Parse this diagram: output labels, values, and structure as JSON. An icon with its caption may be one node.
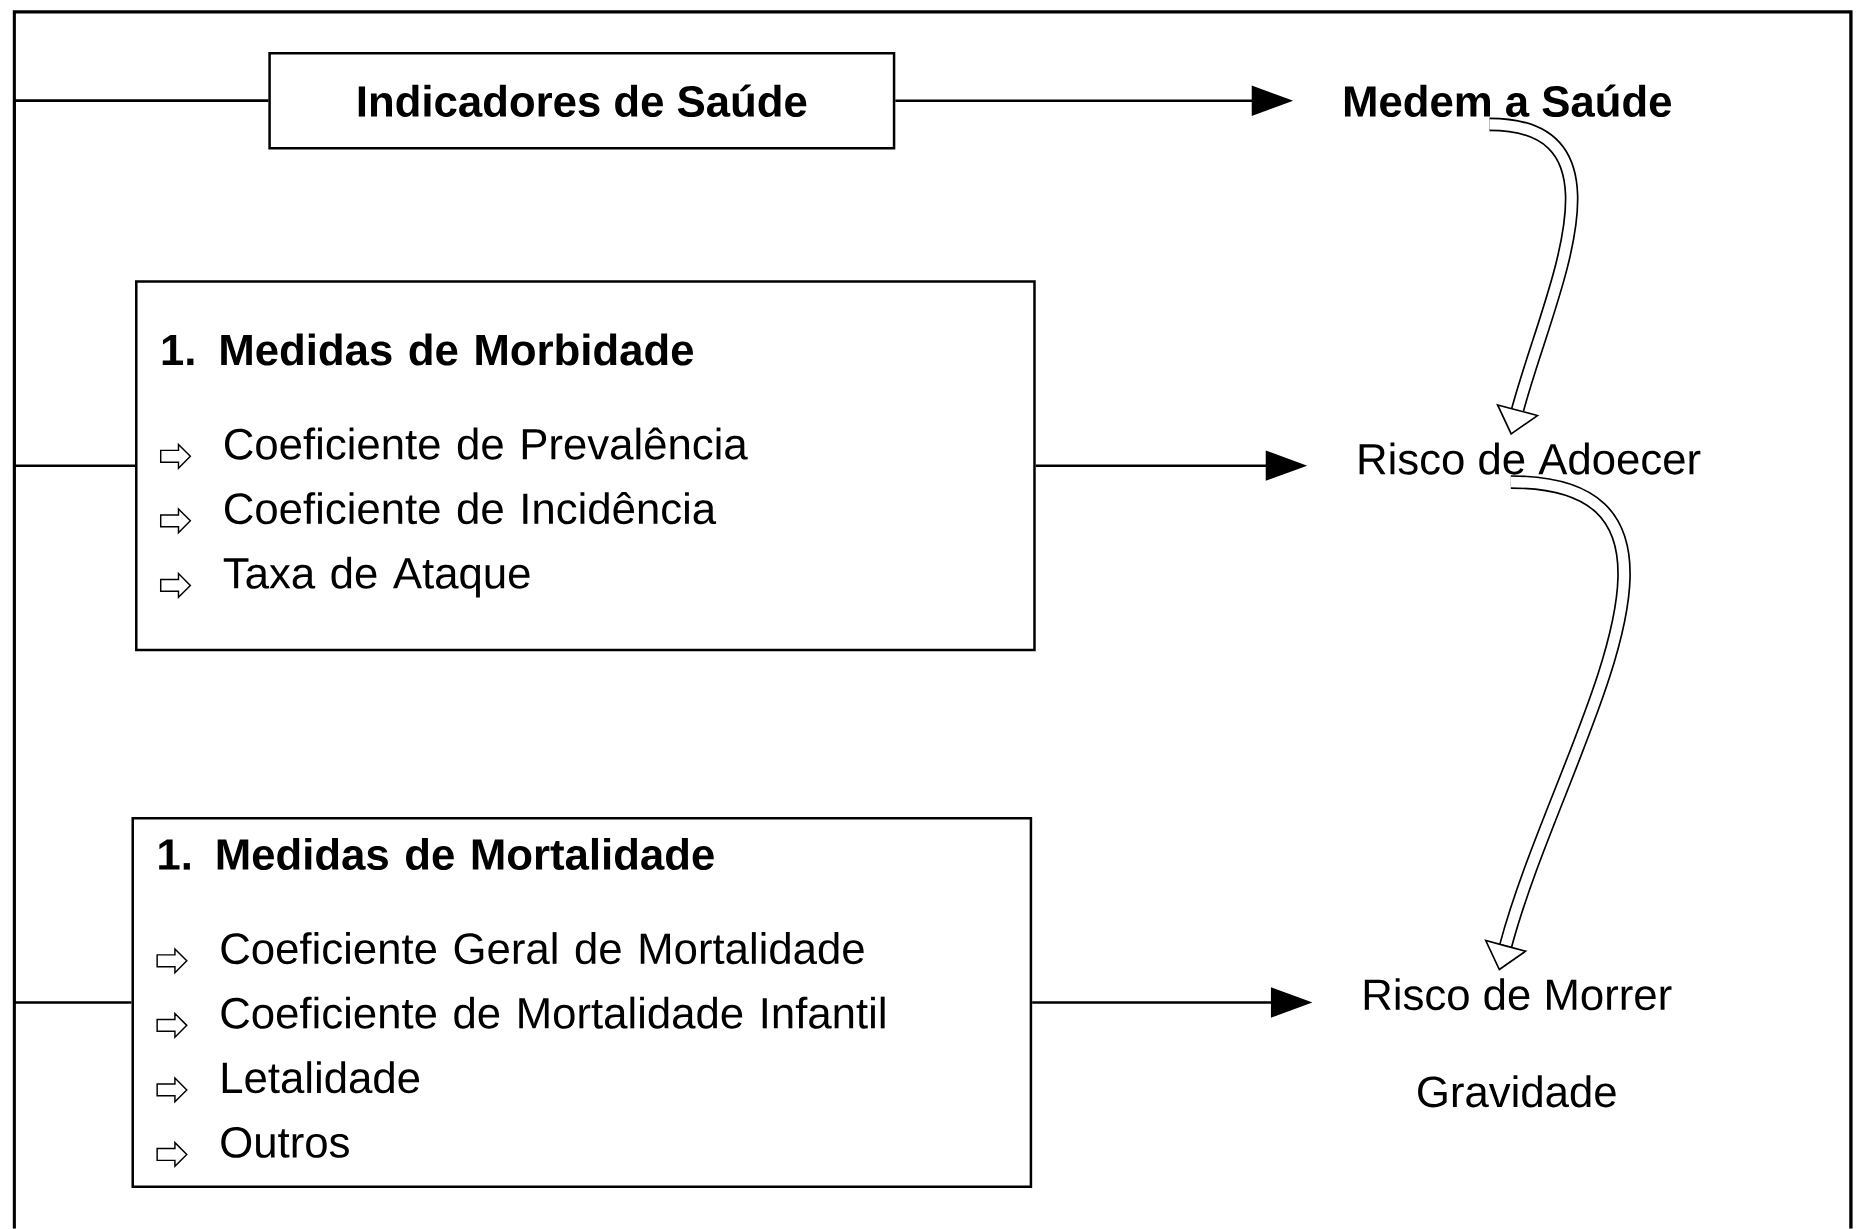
{
  "diagram": {
    "nodes": [
      {
        "text": [
          "Indicadores de Saúde"
        ]
      },
      {
        "text": [
          "Medem a Saúde"
        ]
      },
      {
        "text": [
          "1. Medidas de Morbidade",
          "Coeficiente de Prevalência",
          "Coeficiente de Incidência",
          "Taxa de Ataque"
        ]
      },
      {
        "text": [
          "Risco de Adoecer"
        ]
      },
      {
        "text": [
          "1. Medidas de Mortalidade",
          "Coeficiente Geral de Mortalidade",
          "Coeficiente de Mortalidade Infantil",
          "Letalidade",
          "Outros"
        ]
      },
      {
        "text": [
          "Risco de Morrer",
          "Gravidade"
        ]
      }
    ],
    "edges": [
      {
        "from": 0,
        "to": 1,
        "arrow": "to"
      },
      {
        "from": 0,
        "to": 2,
        "arrow": "none"
      },
      {
        "from": 0,
        "to": 4,
        "arrow": "none"
      },
      {
        "from": 2,
        "to": 3,
        "arrow": "to"
      },
      {
        "from": 4,
        "to": 5,
        "arrow": "to"
      },
      {
        "from": 1,
        "to": 3,
        "arrow": "to",
        "style": "thick"
      },
      {
        "from": 3,
        "to": 5,
        "arrow": "to",
        "style": "thick"
      }
    ]
  }
}
